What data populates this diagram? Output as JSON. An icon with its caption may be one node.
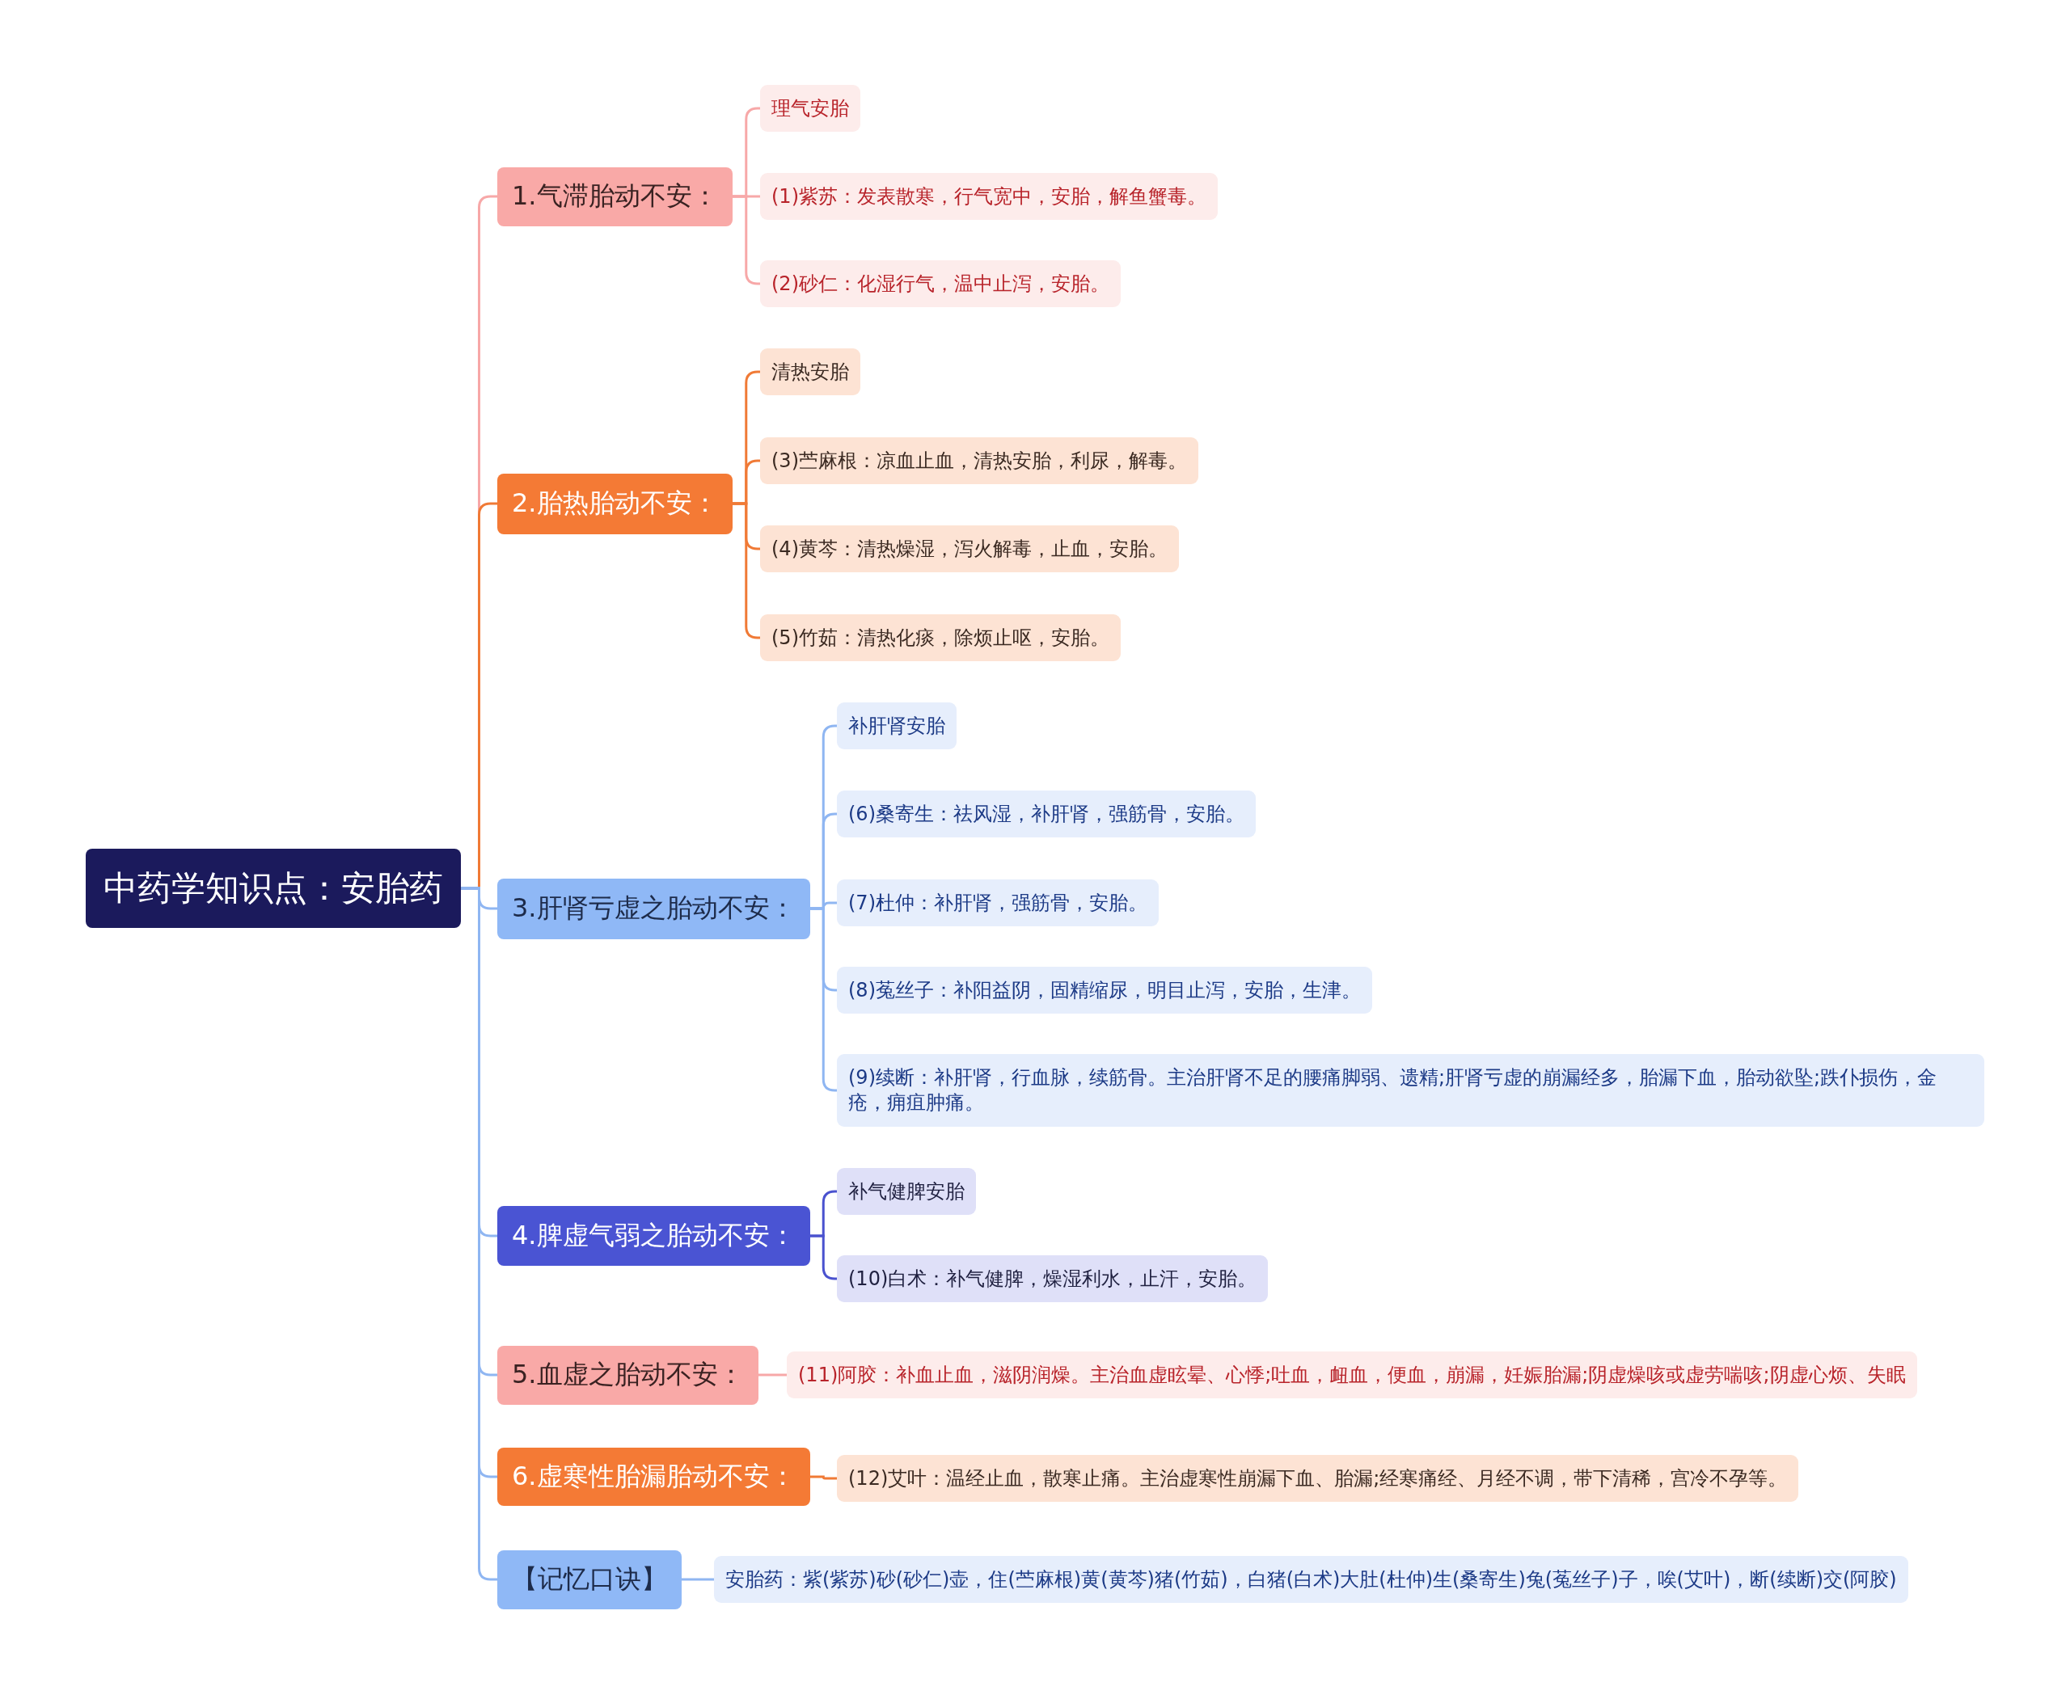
{
  "diagram": {
    "nodes": [
      {
        "text": [
          "中药学知识点：安胎药"
        ]
      },
      {
        "text": [
          "1.气滞胎动不安："
        ]
      },
      {
        "text": [
          "理气安胎"
        ]
      },
      {
        "text": [
          "(1)紫苏：发表散寒，行气宽中，安胎，解鱼蟹毒。"
        ]
      },
      {
        "text": [
          "(2)砂仁：化湿行气，温中止泻，安胎。"
        ]
      },
      {
        "text": [
          "2.胎热胎动不安："
        ]
      },
      {
        "text": [
          "清热安胎"
        ]
      },
      {
        "text": [
          "(3)苎麻根：凉血止血，清热安胎，利尿，解毒。"
        ]
      },
      {
        "text": [
          "(4)黄芩：清热燥湿，泻火解毒，止血，安胎。"
        ]
      },
      {
        "text": [
          "(5)竹茹：清热化痰，除烦止呕，安胎。"
        ]
      },
      {
        "text": [
          "3.肝肾亏虚之胎动不安："
        ]
      },
      {
        "text": [
          "补肝肾安胎"
        ]
      },
      {
        "text": [
          "(6)桑寄生：祛风湿，补肝肾，强筋骨，安胎。"
        ]
      },
      {
        "text": [
          "(7)杜仲：补肝肾，强筋骨，安胎。"
        ]
      },
      {
        "text": [
          "(8)菟丝子：补阳益阴，固精缩尿，明目止泻，安胎，生津。"
        ]
      },
      {
        "text": [
          "(9)续断：补肝肾，行血脉，续筋骨。主治肝肾不足的腰痛脚弱、遗精;肝肾亏虚的崩漏经多，胎漏下血，胎动欲坠;跌仆损伤，金疮，痈疽肿痛。"
        ]
      },
      {
        "text": [
          "4.脾虚气弱之胎动不安："
        ]
      },
      {
        "text": [
          "补气健脾安胎"
        ]
      },
      {
        "text": [
          "(10)白术：补气健脾，燥湿利水，止汗，安胎。"
        ]
      },
      {
        "text": [
          "5.血虚之胎动不安："
        ]
      },
      {
        "text": [
          "(11)阿胶：补血止血，滋阴润燥。主治血虚眩晕、心悸;吐血，衄血，便血，崩漏，妊娠胎漏;阴虚燥咳或虚劳喘咳;阴虚心烦、失眠"
        ]
      },
      {
        "text": [
          "6.虚寒性胎漏胎动不安："
        ]
      },
      {
        "text": [
          "(12)艾叶：温经止血，散寒止痛。主治虚寒性崩漏下血、胎漏;经寒痛经、月经不调，带下清稀，宫冷不孕等。"
        ]
      },
      {
        "text": [
          "【记忆口诀】"
        ]
      },
      {
        "text": [
          "安胎药：紫(紫苏)砂(砂仁)壶，住(苎麻根)黄(黄芩)猪(竹茹)，白猪(白术)大肚(杜仲)生(桑寄生)兔(菟丝子)子，唉(艾叶)，断(续断)交(阿胶)"
        ]
      }
    ],
    "edges": [
      {
        "from": 0,
        "to": 1,
        "arrow": "none",
        "color": "#f7a8a8"
      },
      {
        "from": 0,
        "to": 5,
        "arrow": "none",
        "color": "#f07a36"
      },
      {
        "from": 0,
        "to": 10,
        "arrow": "none",
        "color": "#8fb6f2"
      },
      {
        "from": 0,
        "to": 16,
        "arrow": "none",
        "color": "#8fb6f2"
      },
      {
        "from": 0,
        "to": 19,
        "arrow": "none",
        "color": "#8fb6f2"
      },
      {
        "from": 0,
        "to": 21,
        "arrow": "none",
        "color": "#8fb6f2"
      },
      {
        "from": 0,
        "to": 23,
        "arrow": "none",
        "color": "#8fb6f2"
      },
      {
        "from": 1,
        "to": 2,
        "arrow": "none",
        "color": "#f7a8a8"
      },
      {
        "from": 1,
        "to": 3,
        "arrow": "none",
        "color": "#f7a8a8"
      },
      {
        "from": 1,
        "to": 4,
        "arrow": "none",
        "color": "#f7a8a8"
      },
      {
        "from": 5,
        "to": 6,
        "arrow": "none",
        "color": "#f07a36"
      },
      {
        "from": 5,
        "to": 7,
        "arrow": "none",
        "color": "#f07a36"
      },
      {
        "from": 5,
        "to": 8,
        "arrow": "none",
        "color": "#f07a36"
      },
      {
        "from": 5,
        "to": 9,
        "arrow": "none",
        "color": "#f07a36"
      },
      {
        "from": 10,
        "to": 11,
        "arrow": "none",
        "color": "#8fb6f2"
      },
      {
        "from": 10,
        "to": 12,
        "arrow": "none",
        "color": "#8fb6f2"
      },
      {
        "from": 10,
        "to": 13,
        "arrow": "none",
        "color": "#8fb6f2"
      },
      {
        "from": 10,
        "to": 14,
        "arrow": "none",
        "color": "#8fb6f2"
      },
      {
        "from": 10,
        "to": 15,
        "arrow": "none",
        "color": "#8fb6f2"
      },
      {
        "from": 16,
        "to": 17,
        "arrow": "none",
        "color": "#4a52cf"
      },
      {
        "from": 16,
        "to": 18,
        "arrow": "none",
        "color": "#4a52cf"
      },
      {
        "from": 19,
        "to": 20,
        "arrow": "none",
        "color": "#f7a8a8"
      },
      {
        "from": 21,
        "to": 22,
        "arrow": "none",
        "color": "#f07a36"
      },
      {
        "from": 23,
        "to": 24,
        "arrow": "none",
        "color": "#8fb6f2"
      }
    ]
  }
}
